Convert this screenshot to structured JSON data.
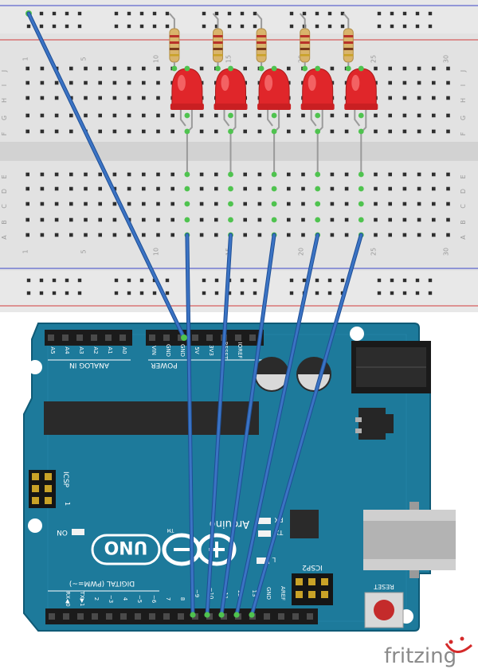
{
  "breadboard": {
    "row_letters_top": [
      "J",
      "I",
      "H",
      "G",
      "F"
    ],
    "row_letters_bottom": [
      "E",
      "D",
      "C",
      "B",
      "A"
    ],
    "column_numbers": [
      "1",
      "5",
      "10",
      "15",
      "20",
      "25",
      "30"
    ]
  },
  "arduino": {
    "analog_pins": [
      "A5",
      "A4",
      "A3",
      "A2",
      "A1",
      "A0"
    ],
    "analog_label": "ANALOG IN",
    "power_pins": [
      "VIN",
      "GND",
      "GND",
      "5V",
      "3V3",
      "RESET",
      "IOREF"
    ],
    "power_label": "POWER",
    "digital_label": "DIGITAL (PWM=~)",
    "digital_pins": [
      "8",
      "7",
      "~6",
      "~5",
      "4",
      "~3",
      "2",
      "TX▶1",
      "RX◀0"
    ],
    "upper_digital_pins": [
      "AREF",
      "GND",
      "13",
      "12",
      "~11",
      "~10",
      "~9"
    ],
    "uno_label": "UNO",
    "brand_label": "Arduino",
    "icsp_label": "ICSP",
    "icsp2_label": "ICSP2",
    "on_label": "ON",
    "tx_label": "TX",
    "rx_label": "RX",
    "l_label": "L",
    "reset_label": "RESET",
    "tm_label": "TM"
  },
  "footer": {
    "brand": "fritzing"
  },
  "colors": {
    "board": "#1d7a9b",
    "board_edge": "#0f5a76",
    "breadboard": "#dedede",
    "wire": "#3b73c4",
    "led": "#e0262a",
    "resistor": "#d9b46b"
  }
}
